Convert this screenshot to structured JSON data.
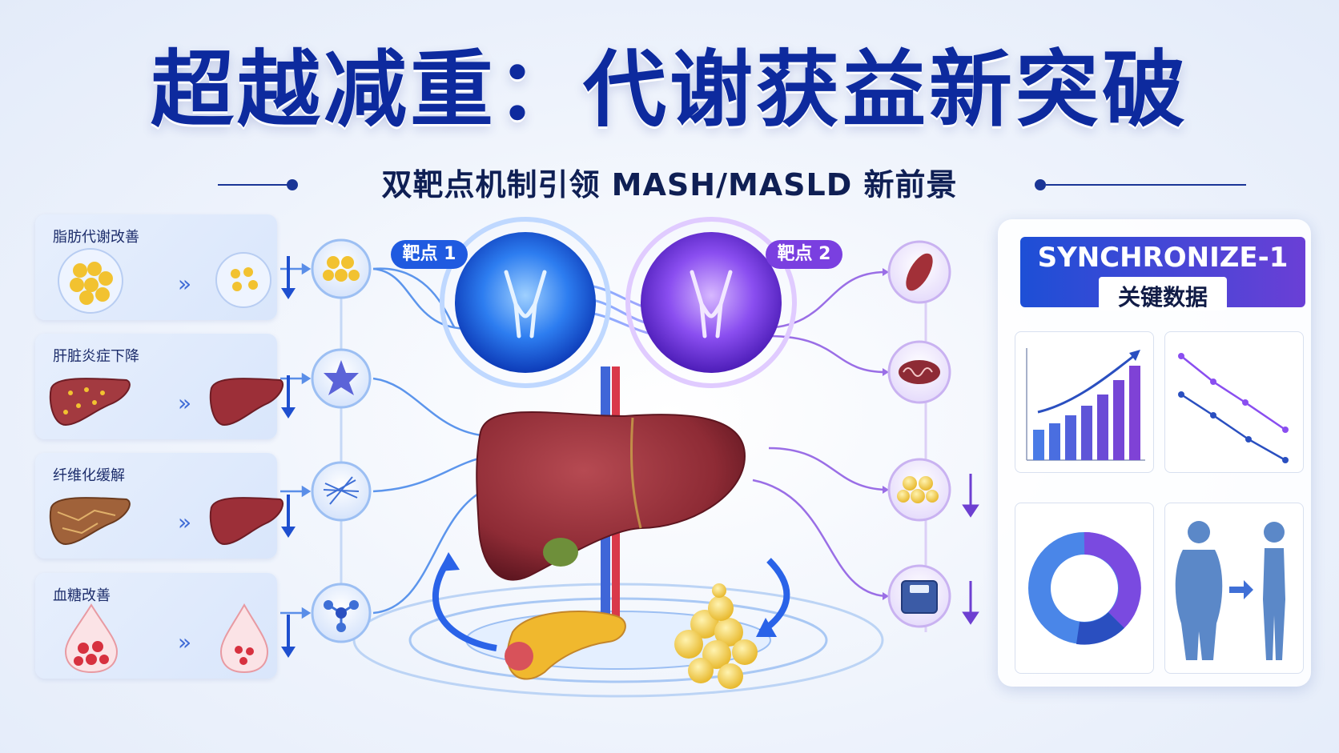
{
  "header": {
    "title": "超越减重：代谢获益新突破",
    "subtitle": "双靶点机制引领 MASH/MASLD 新前景"
  },
  "benefits": [
    {
      "label": "脂肪代谢改善",
      "icon": "fat-cell-icon"
    },
    {
      "label": "肝脏炎症下降",
      "icon": "liver-icon"
    },
    {
      "label": "纤维化缓解",
      "icon": "fibrotic-liver-icon"
    },
    {
      "label": "血糖改善",
      "icon": "blood-drop-icon"
    }
  ],
  "chevrons": "»",
  "targets": [
    {
      "label": "靶点 1",
      "color": "#1f5ae0"
    },
    {
      "label": "靶点 2",
      "color": "#7a3fe0"
    }
  ],
  "trial": {
    "name": "SYNCHRONIZE-1",
    "subtitle": "关键数据"
  },
  "colors": {
    "title": "#0d2a9e",
    "blue": "#2a63e8",
    "purple": "#7b48e0",
    "liver": "#8e2b35"
  }
}
